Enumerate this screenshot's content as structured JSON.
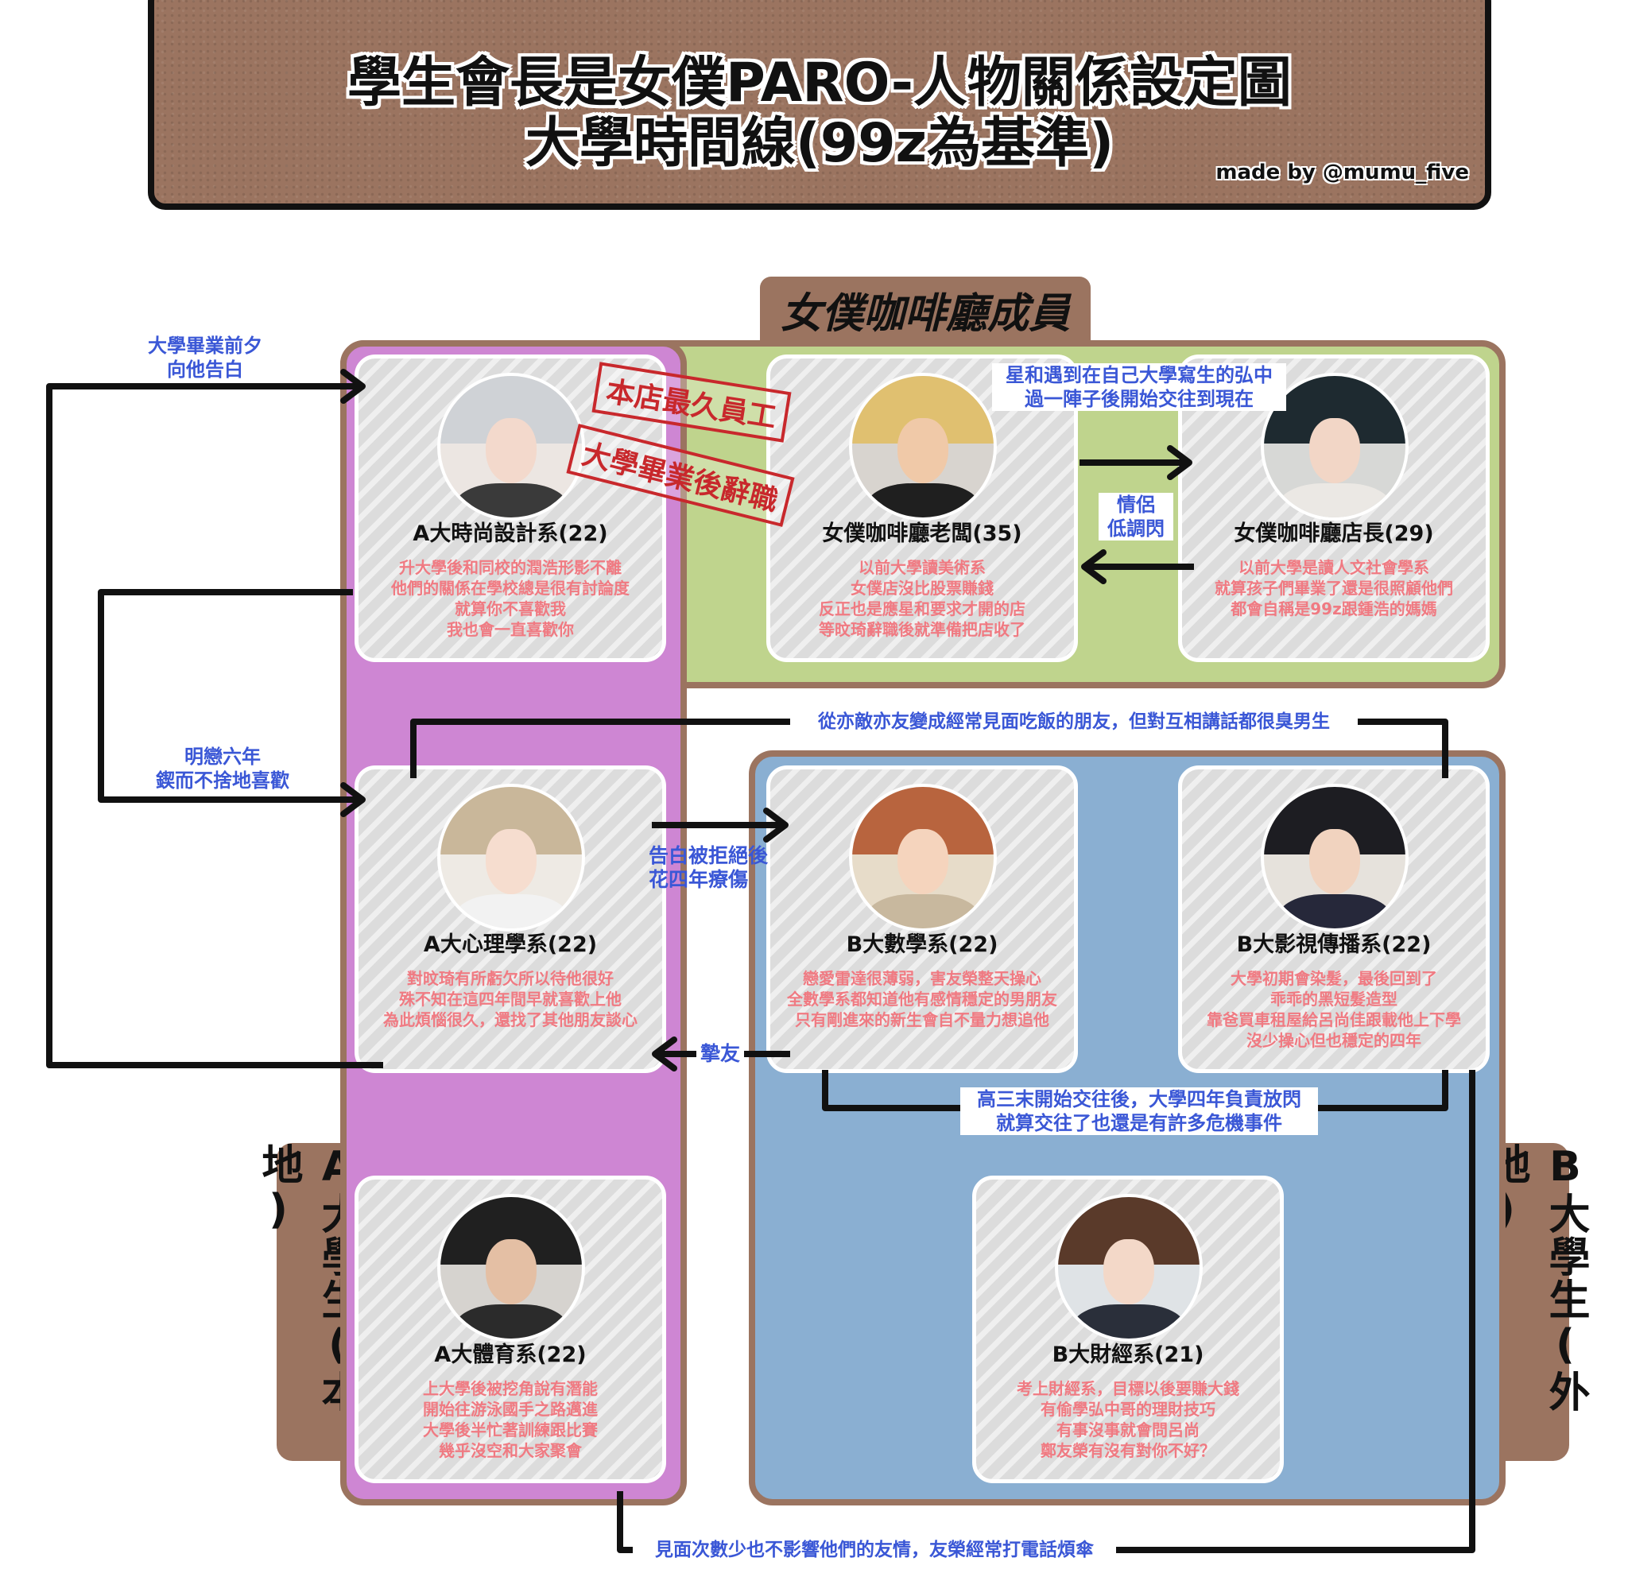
{
  "header": {
    "title_line1": "學生會長是女僕PARO-人物關係設定圖",
    "title_line2": "大學時間線(99z為基準)",
    "credit": "made by @mumu_five"
  },
  "sections": {
    "cafe": "女僕咖啡廳成員",
    "a_uni": "A大學生(本地)",
    "b_uni": "B大學生(外地)"
  },
  "stamps": {
    "longest_staff": "本店最久員工",
    "resign": "大學畢業後辭職"
  },
  "colors": {
    "cafe_region": "#bfd48d",
    "a_region": "#ce86d3",
    "b_region": "#8aafd2",
    "border": "#9b7460",
    "label": "#3a57d6",
    "desc": "#f07a82"
  },
  "cards": [
    {
      "id": "a-fashion",
      "name": "A大時尚設計系(22)",
      "desc": "升大學後和同校的潤浩形影不離\n他們的關係在學校總是很有討論度\n就算你不喜歡我\n我也會一直喜歡你"
    },
    {
      "id": "cafe-owner",
      "name": "女僕咖啡廳老闆(35)",
      "desc": "以前大學讀美術系\n女僕店沒比股票賺錢\n反正也是應星和要求才開的店\n等旼琦辭職後就準備把店收了"
    },
    {
      "id": "cafe-manager",
      "name": "女僕咖啡廳店長(29)",
      "desc": "以前大學是讀人文社會學系\n就算孩子們畢業了還是很照顧他們\n都會自稱是99z跟鍾浩的媽媽"
    },
    {
      "id": "a-psych",
      "name": "A大心理學系(22)",
      "desc": "對旼琦有所虧欠所以待他很好\n殊不知在這四年間早就喜歡上他\n為此煩惱很久，還找了其他朋友談心"
    },
    {
      "id": "b-math",
      "name": "B大數學系(22)",
      "desc": "戀愛雷達很薄弱，害友榮整天操心\n全數學系都知道他有感情穩定的男朋友\n只有剛進來的新生會自不量力想追他"
    },
    {
      "id": "b-film",
      "name": "B大影視傳播系(22)",
      "desc": "大學初期會染髮，最後回到了\n乖乖的黑短髮造型\n靠爸買車租屋給呂尚佳跟載他上下學\n沒少操心但也穩定的四年"
    },
    {
      "id": "a-pe",
      "name": "A大體育系(22)",
      "desc": "上大學後被挖角說有潛能\n開始往游泳國手之路邁進\n大學後半忙著訓練跟比賽\n幾乎沒空和大家聚會"
    },
    {
      "id": "b-finance",
      "name": "B大財經系(21)",
      "desc": "考上財經系，目標以後要賺大錢\n有偷學弘中哥的理財技巧\n有事沒事就會問呂尚\n鄭友榮有沒有對你不好？"
    }
  ],
  "relations": {
    "confess_before_grad": "大學畢業前夕\n向他告白",
    "six_year_crush": "明戀六年\n鍥而不捨地喜歡",
    "met_at_school": "星和遇到在自己大學寫生的弘中\n過一陣子後開始交往到現在",
    "couple": "情侶\n低調閃",
    "rivals_to_friends": "從亦敵亦友變成經常見面吃飯的朋友，但對互相講話都很臭男生",
    "rejected_heal": "告白被拒絕後\n花四年療傷",
    "best_friend": "摯友",
    "dating_since_hs": "高三末開始交往後，大學四年負責放閃\n就算交往了也還是有許多危機事件",
    "friendship_calls": "見面次數少也不影響他們的友情，友榮經常打電話煩傘"
  }
}
